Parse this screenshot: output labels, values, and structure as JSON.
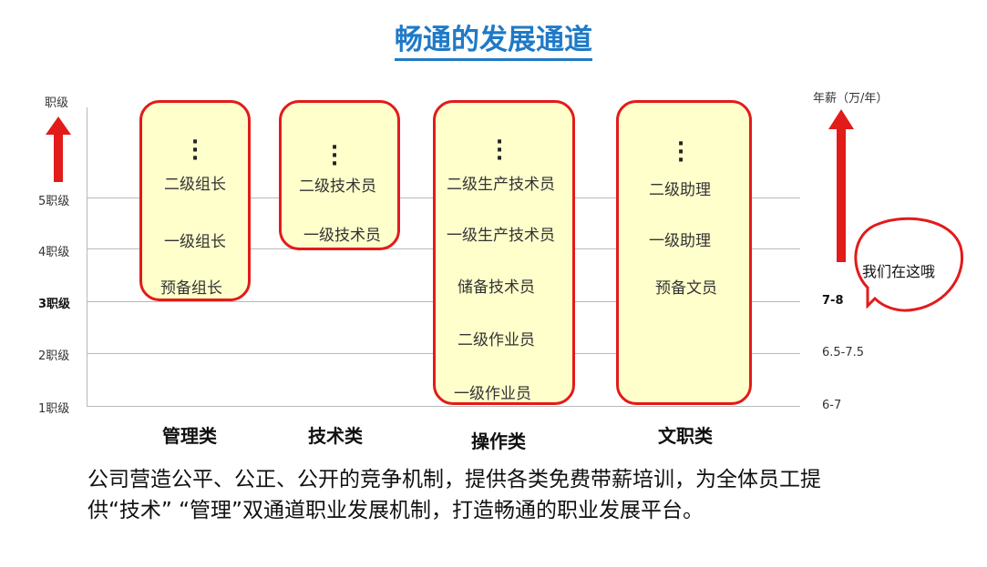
{
  "title": "畅通的发展通道",
  "left_axis": {
    "label": "职级",
    "levels": [
      "5职级",
      "4职级",
      "3职级",
      "2职级",
      "1职级"
    ]
  },
  "right_axis": {
    "label": "年薪（万/年）",
    "values": [
      "7-8",
      "6.5-7.5",
      "6-7"
    ]
  },
  "categories": [
    {
      "name": "管理类",
      "items": [
        "二级组长",
        "一级组长",
        "预备组长"
      ]
    },
    {
      "name": "技术类",
      "items": [
        "二级技术员",
        "一级技术员"
      ]
    },
    {
      "name": "操作类",
      "items": [
        "二级生产技术员",
        "一级生产技术员",
        "储备技术员",
        "二级作业员",
        "一级作业员"
      ]
    },
    {
      "name": "文职类",
      "items": [
        "二级助理",
        "一级助理",
        "预备文员"
      ]
    }
  ],
  "callout": "我们在这哦",
  "caption": "公司营造公平、公正、公开的竞争机制，提供各类免费带薪培训，为全体员工提供“技术” “管理”双通道职业发展机制，打造畅通的职业发展平台。",
  "colors": {
    "title": "#1f7ac7",
    "box_border": "#e21b1b",
    "box_fill": "#ffffcc",
    "arrow": "#e21b1b"
  }
}
